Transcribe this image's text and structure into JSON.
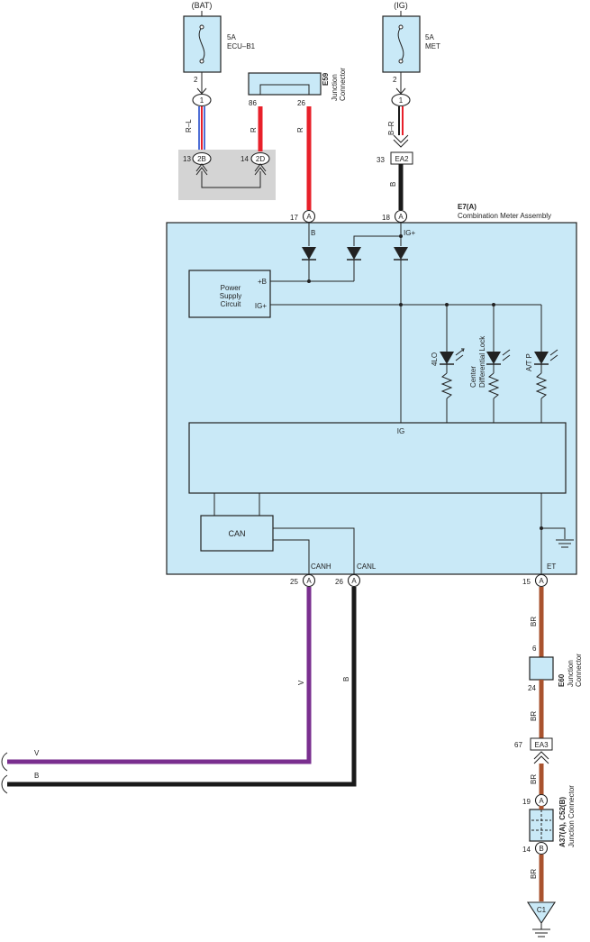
{
  "colors": {
    "box_fill": "#c9e9f7",
    "wire_red": "#e8202a",
    "wire_black": "#1a1a1a",
    "wire_violet": "#7a2f8f",
    "wire_brown": "#a9532e",
    "wire_blue": "#4f6fd6",
    "shade_gray": "#d4d4d4"
  },
  "fuses": {
    "bat": {
      "source": "(BAT)",
      "rating": "5A",
      "name": "ECU–B1",
      "pin": "2",
      "inline_pin": "1"
    },
    "ig": {
      "source": "(IG)",
      "rating": "5A",
      "name": "MET",
      "pin": "2",
      "inline_pin": "1"
    }
  },
  "e59": {
    "code": "E59",
    "desc1": "Junction",
    "desc2": "Connector",
    "pin_left": "86",
    "pin_right": "26"
  },
  "bat_branch": {
    "wire_color_top": "R–L",
    "pin_a_num": "13",
    "pin_a_label": "2B",
    "pin_b_num": "14",
    "pin_b_label": "2D",
    "wire_r1": "R",
    "wire_r2": "R"
  },
  "ig_branch": {
    "wire_top": "B–R",
    "ea2_num": "33",
    "ea2_label": "EA2",
    "wire_bottom": "B"
  },
  "meter": {
    "code": "E7(A)",
    "name": "Combination Meter Assembly",
    "pin17": {
      "num": "17",
      "label": "A"
    },
    "pin18": {
      "num": "18",
      "label": "A"
    },
    "b_label": "B",
    "igplus_label": "IG+",
    "psc_line1": "Power",
    "psc_line2": "Supply",
    "psc_line3": "Circuit",
    "psc_b": "+B",
    "psc_ig": "IG+",
    "led1": "4LO",
    "led2_line1": "Center",
    "led2_line2": "Differential Lock",
    "led3": "A/T P",
    "ig_label": "IG",
    "can_label": "CAN",
    "canh": "CANH",
    "canl": "CANL",
    "et": "ET",
    "pin25": {
      "num": "25",
      "label": "A"
    },
    "pin26": {
      "num": "26",
      "label": "A"
    },
    "pin15": {
      "num": "15",
      "label": "A"
    }
  },
  "can_wires": {
    "v_vert": "V",
    "b_vert": "B",
    "v_horiz": "V",
    "b_horiz": "B"
  },
  "ground_path": {
    "br1": "BR",
    "e60_code": "E60",
    "e60_desc1": "Junction",
    "e60_desc2": "Connector",
    "e60_top": "6",
    "e60_bot": "24",
    "br2": "BR",
    "ea3_num": "67",
    "ea3_label": "EA3",
    "br3": "BR",
    "jc_code": "A37(A), C52(B)",
    "jc_desc": "Junction Connector",
    "jc_top_num": "19",
    "jc_top_label": "A",
    "jc_bot_num": "14",
    "jc_bot_label": "B",
    "br4": "BR",
    "ground_label": "C1"
  }
}
